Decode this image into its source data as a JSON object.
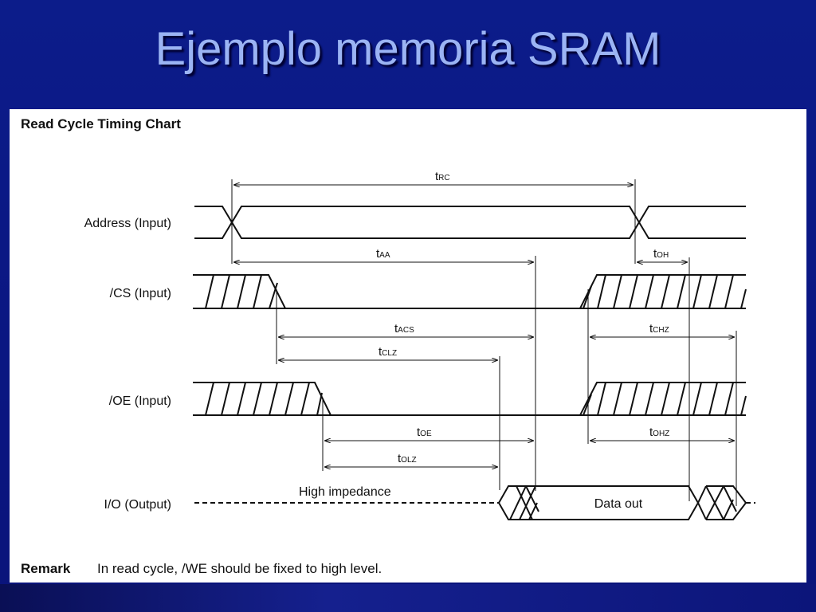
{
  "slide": {
    "title": "Ejemplo memoria SRAM"
  },
  "chart": {
    "title": "Read Cycle Timing Chart",
    "signals": [
      {
        "id": "address",
        "label": "Address (Input)"
      },
      {
        "id": "cs",
        "label": "/CS (Input)"
      },
      {
        "id": "oe",
        "label": "/OE (Input)"
      },
      {
        "id": "io",
        "label": "I/O (Output)"
      }
    ],
    "timings": [
      {
        "name": "t",
        "sub": "RC"
      },
      {
        "name": "t",
        "sub": "AA"
      },
      {
        "name": "t",
        "sub": "OH"
      },
      {
        "name": "t",
        "sub": "ACS"
      },
      {
        "name": "t",
        "sub": "CHZ"
      },
      {
        "name": "t",
        "sub": "CLZ"
      },
      {
        "name": "t",
        "sub": "OE"
      },
      {
        "name": "t",
        "sub": "OHZ"
      },
      {
        "name": "t",
        "sub": "OLZ"
      }
    ],
    "high_impedance_label": "High impedance",
    "data_out_label": "Data out",
    "remark_label": "Remark",
    "remark_text": "In read cycle, /WE should be fixed to high level."
  }
}
